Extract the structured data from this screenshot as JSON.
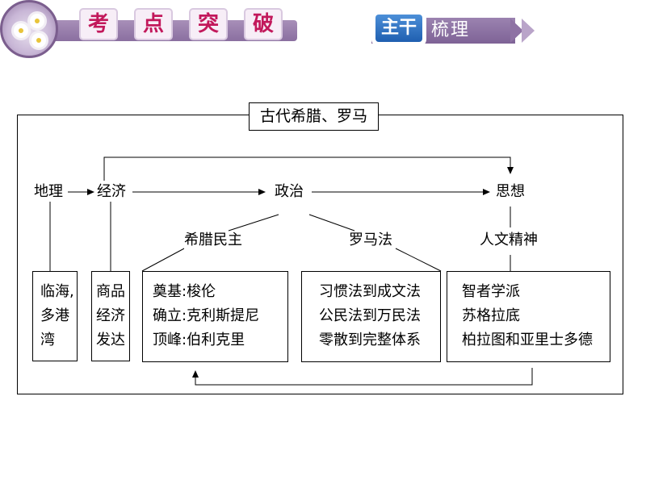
{
  "header": {
    "section_chars": [
      "考",
      "点",
      "突",
      "破"
    ],
    "badge_label": "主干",
    "badge_sub": "梳理",
    "colors": {
      "banner": "#8a6fa0",
      "section_text": "#c2185b",
      "badge_blue": "#1f5fb0"
    },
    "logo_icon": "flower-icon"
  },
  "diagram": {
    "title": "古代希腊、罗马",
    "nodes": {
      "geography": "地理",
      "economy": "经济",
      "politics": "政治",
      "thought": "思想",
      "greek_democracy": "希腊民主",
      "roman_law": "罗马法",
      "humanism": "人文精神"
    },
    "boxes": {
      "geo_detail": [
        "临海,",
        "多港",
        "湾"
      ],
      "econ_detail": [
        "商品",
        "经济",
        "发达"
      ],
      "democracy_detail": [
        "奠基:梭伦",
        "确立:克利斯提尼",
        "顶峰:伯利克里"
      ],
      "law_detail": [
        "习惯法到成文法",
        "公民法到万民法",
        "零散到完整体系"
      ],
      "humanism_detail": [
        "智者学派",
        "苏格拉底",
        "柏拉图和亚里士多德"
      ]
    }
  }
}
